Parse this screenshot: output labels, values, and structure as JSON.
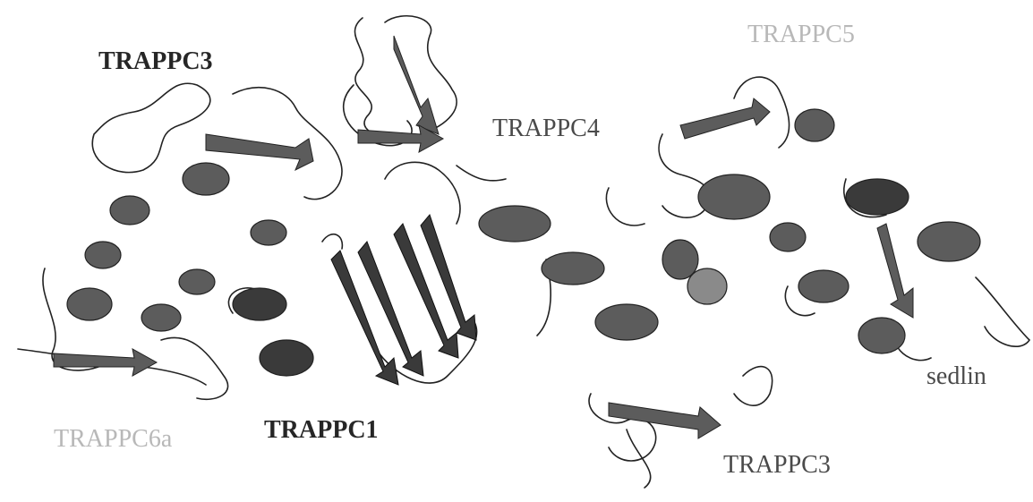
{
  "figure": {
    "description_labels": {
      "trappc3_top": "TRAPPC3",
      "trappc4": "TRAPPC4",
      "trappc5": "TRAPPC5",
      "trappc6a": "TRAPPC6a",
      "trappc1": "TRAPPC1",
      "trappc3_bottom": "TRAPPC3",
      "sedlin": "sedlin"
    },
    "colors": {
      "ribbon_dark": "#3a3a3a",
      "ribbon_mid": "#5c5c5c",
      "ribbon_light": "#8a8a8a",
      "label_light": "#b8b8b8"
    }
  }
}
